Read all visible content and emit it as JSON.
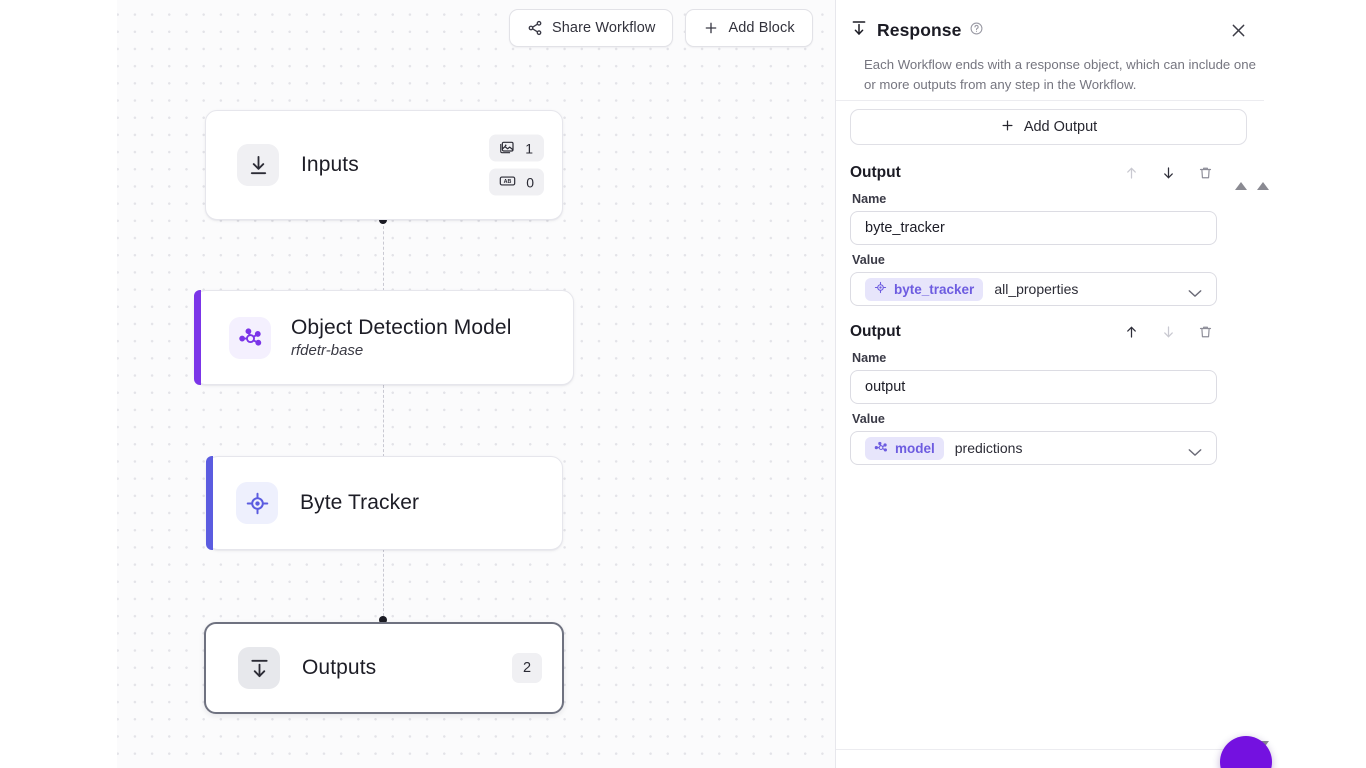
{
  "toolbar": {
    "share_label": "Share Workflow",
    "add_block_label": "Add Block",
    "share_icon": "share-nodes-icon",
    "add_icon": "plus-icon"
  },
  "canvas": {
    "nodes": [
      {
        "id": "inputs",
        "title": "Inputs",
        "icon": "download-to-line-icon",
        "accent": "",
        "badges": [
          {
            "icon": "image-icon",
            "count": "1"
          },
          {
            "icon": "text-ab-icon",
            "count": "0"
          }
        ]
      },
      {
        "id": "model",
        "title": "Object Detection Model",
        "subtitle": "rfdetr-base",
        "icon": "model-graph-icon",
        "accent": "#7b35e8"
      },
      {
        "id": "tracker",
        "title": "Byte Tracker",
        "icon": "crosshair-target-icon",
        "accent": "#5b5ce0"
      },
      {
        "id": "outputs",
        "title": "Outputs",
        "icon": "download-from-line-icon",
        "accent": "",
        "badge_count": "2",
        "selected": true
      }
    ]
  },
  "panel": {
    "title": "Response",
    "title_icon": "arrow-to-line-down-icon",
    "help_icon": "help-circle-icon",
    "close_icon": "close-icon",
    "description": "Each Workflow ends with a response object, which can include one or more outputs from any step in the Workflow.",
    "add_output_label": "Add Output",
    "add_output_icon": "plus-icon",
    "field_labels": {
      "name": "Name",
      "value": "Value"
    },
    "action_icons": {
      "up": "arrow-up-icon",
      "down": "arrow-down-icon",
      "delete": "trash-icon"
    },
    "outputs": [
      {
        "heading": "Output",
        "name_value": "byte_tracker",
        "chip_label": "byte_tracker",
        "chip_icon": "crosshair-target-icon",
        "select_value": "all_properties",
        "up_enabled": false,
        "down_enabled": true
      },
      {
        "heading": "Output",
        "name_value": "output",
        "chip_label": "model",
        "chip_icon": "model-graph-icon",
        "select_value": "predictions",
        "up_enabled": true,
        "down_enabled": false
      }
    ],
    "fab_icon": "chat-bubble-icon"
  },
  "colors": {
    "accent_purple": "#7b35e8",
    "accent_indigo": "#5b5ce0",
    "chip_bg": "#e7e5fb",
    "chip_text": "#6d5ce0",
    "fab": "#7411e0"
  }
}
